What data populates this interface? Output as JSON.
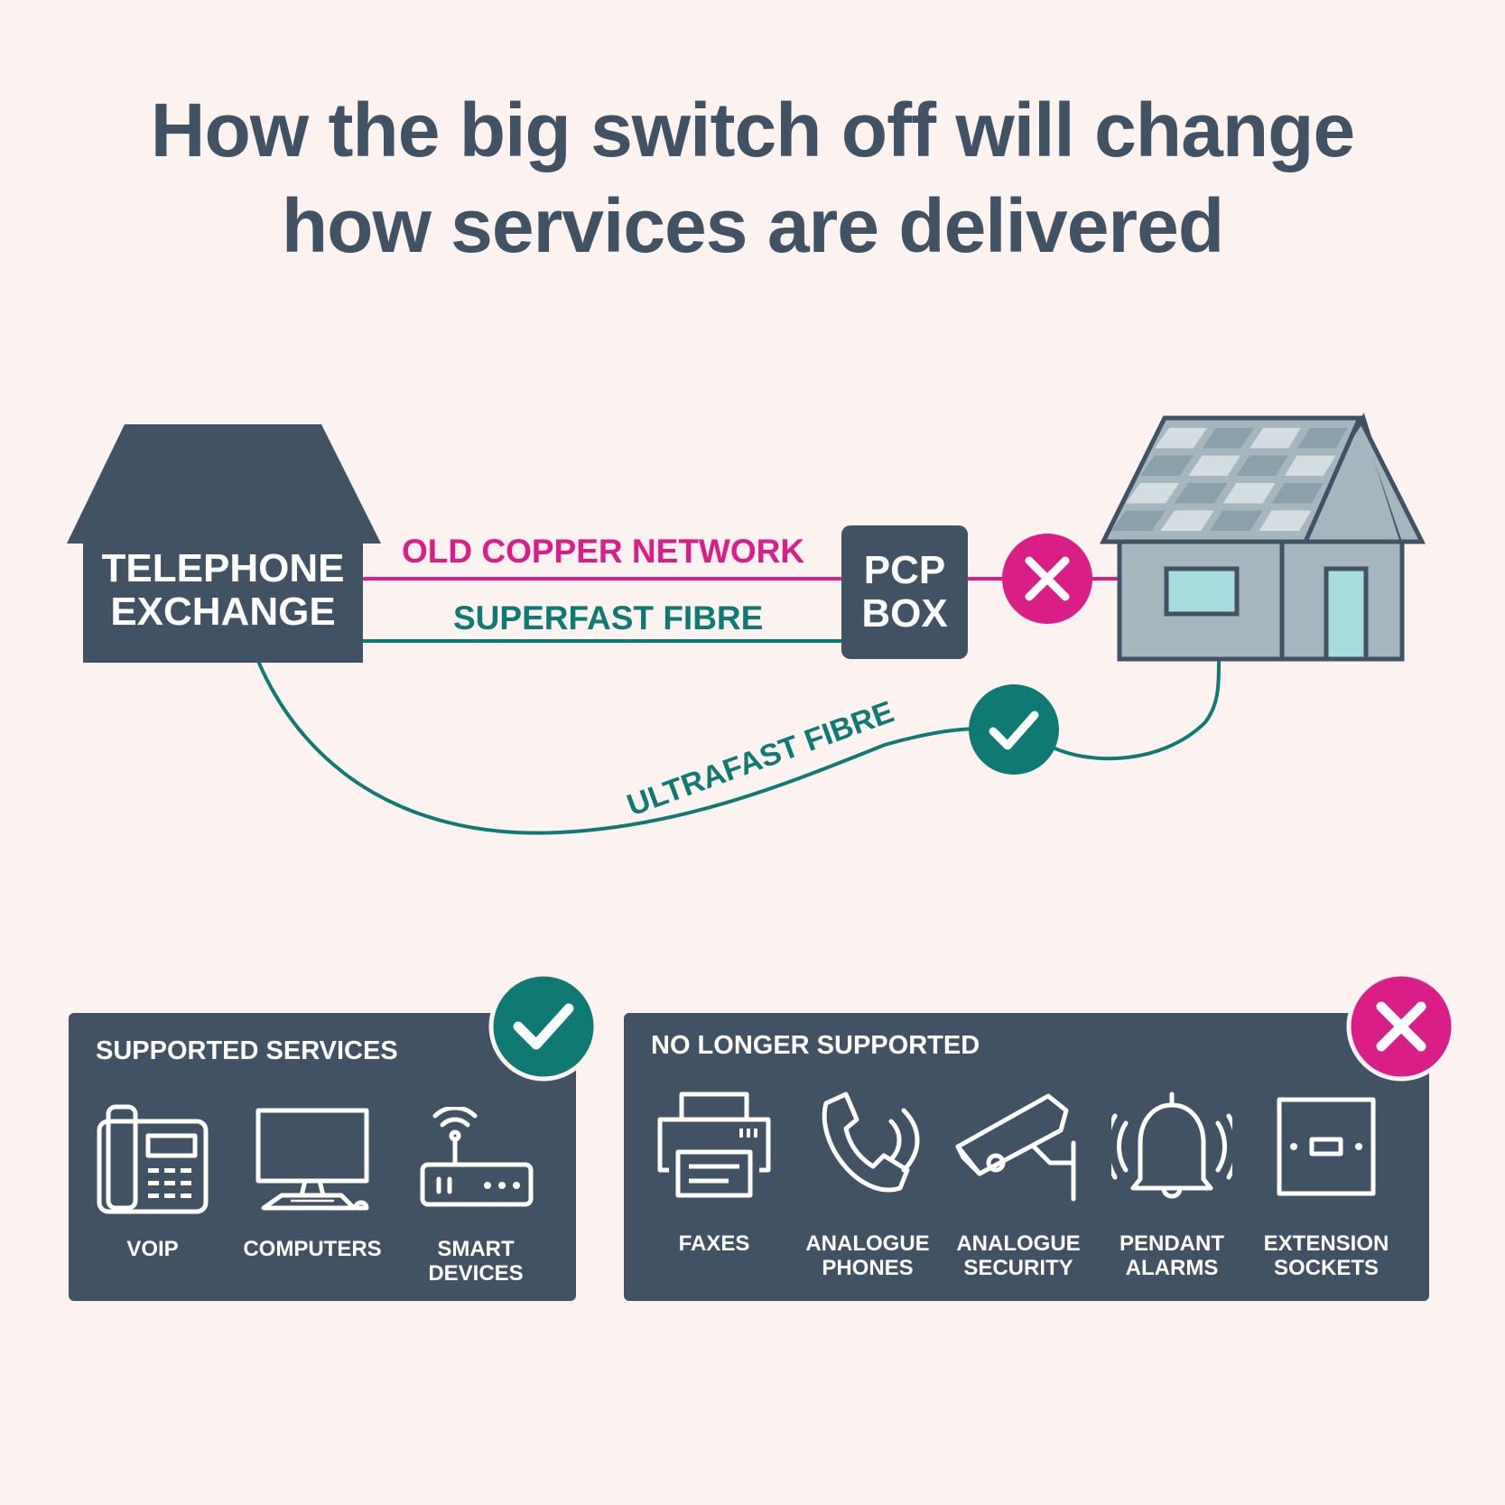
{
  "title_line1": "How the big switch off will change",
  "title_line2": "how services are delivered",
  "diagram": {
    "exchange_line1": "TELEPHONE",
    "exchange_line2": "EXCHANGE",
    "copper_label": "OLD COPPER NETWORK",
    "superfast_label": "SUPERFAST FIBRE",
    "pcp_line1": "PCP",
    "pcp_line2": "BOX",
    "ultrafast_label": "ULTRAFAST FIBRE"
  },
  "supported": {
    "heading": "SUPPORTED SERVICES",
    "items": [
      {
        "label": "VOIP",
        "icon": "desk-phone-icon"
      },
      {
        "label": "COMPUTERS",
        "icon": "computer-icon"
      },
      {
        "label": "SMART\nDEVICES",
        "icon": "router-icon"
      }
    ]
  },
  "unsupported": {
    "heading": "NO LONGER SUPPORTED",
    "items": [
      {
        "label": "FAXES",
        "icon": "fax-icon"
      },
      {
        "label": "ANALOGUE\nPHONES",
        "icon": "handset-icon"
      },
      {
        "label": "ANALOGUE\nSECURITY",
        "icon": "cctv-camera-icon"
      },
      {
        "label": "PENDANT\nALARMS",
        "icon": "bell-icon"
      },
      {
        "label": "EXTENSION\nSOCKETS",
        "icon": "socket-icon"
      }
    ]
  },
  "colors": {
    "background": "#fcf3f0",
    "navy": "#415264",
    "magenta": "#d91f87",
    "teal": "#0e7a73",
    "house_wall": "#a5b6bf",
    "window": "#a7dcdc"
  }
}
